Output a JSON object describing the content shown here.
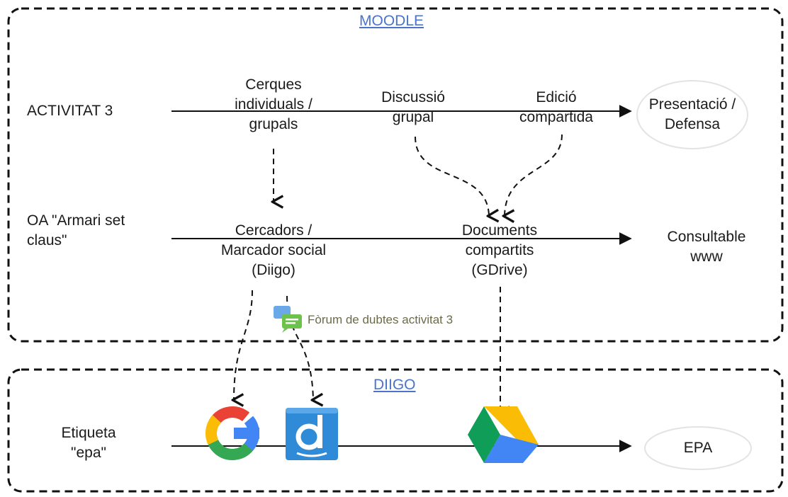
{
  "sections": {
    "moodle_title": "MOODLE",
    "diigo_title": "DIIGO"
  },
  "rows": {
    "activitat": {
      "label": "ACTIVITAT 3",
      "step1": "Cerques\nindividuals /\ngrupals",
      "step2": "Discussió\ngrupal",
      "step3": "Edició\ncompartida",
      "end": "Presentació /\nDefensa"
    },
    "oa": {
      "label": "OA \"Armari set\nclaus\"",
      "step1": "Cercadors /\nMarcador social\n(Diigo)",
      "step2": "Documents\ncompartits\n(GDrive)",
      "end": "Consultable\nwww"
    },
    "etiqueta": {
      "label": "Etiqueta\n\"epa\"",
      "end": "EPA"
    }
  },
  "forum": {
    "text": "Fòrum de dubtes activitat 3",
    "icon": "forum-chat-icon"
  },
  "logos": {
    "google": "google-logo-icon",
    "diigo": "diigo-logo-icon",
    "gdrive": "google-drive-logo-icon"
  },
  "colors": {
    "link_blue": "#4a74c9",
    "google_blue": "#4285F4",
    "google_red": "#EA4335",
    "google_yellow": "#FBBC05",
    "google_green": "#34A853",
    "diigo_blue": "#2f8ad8"
  }
}
